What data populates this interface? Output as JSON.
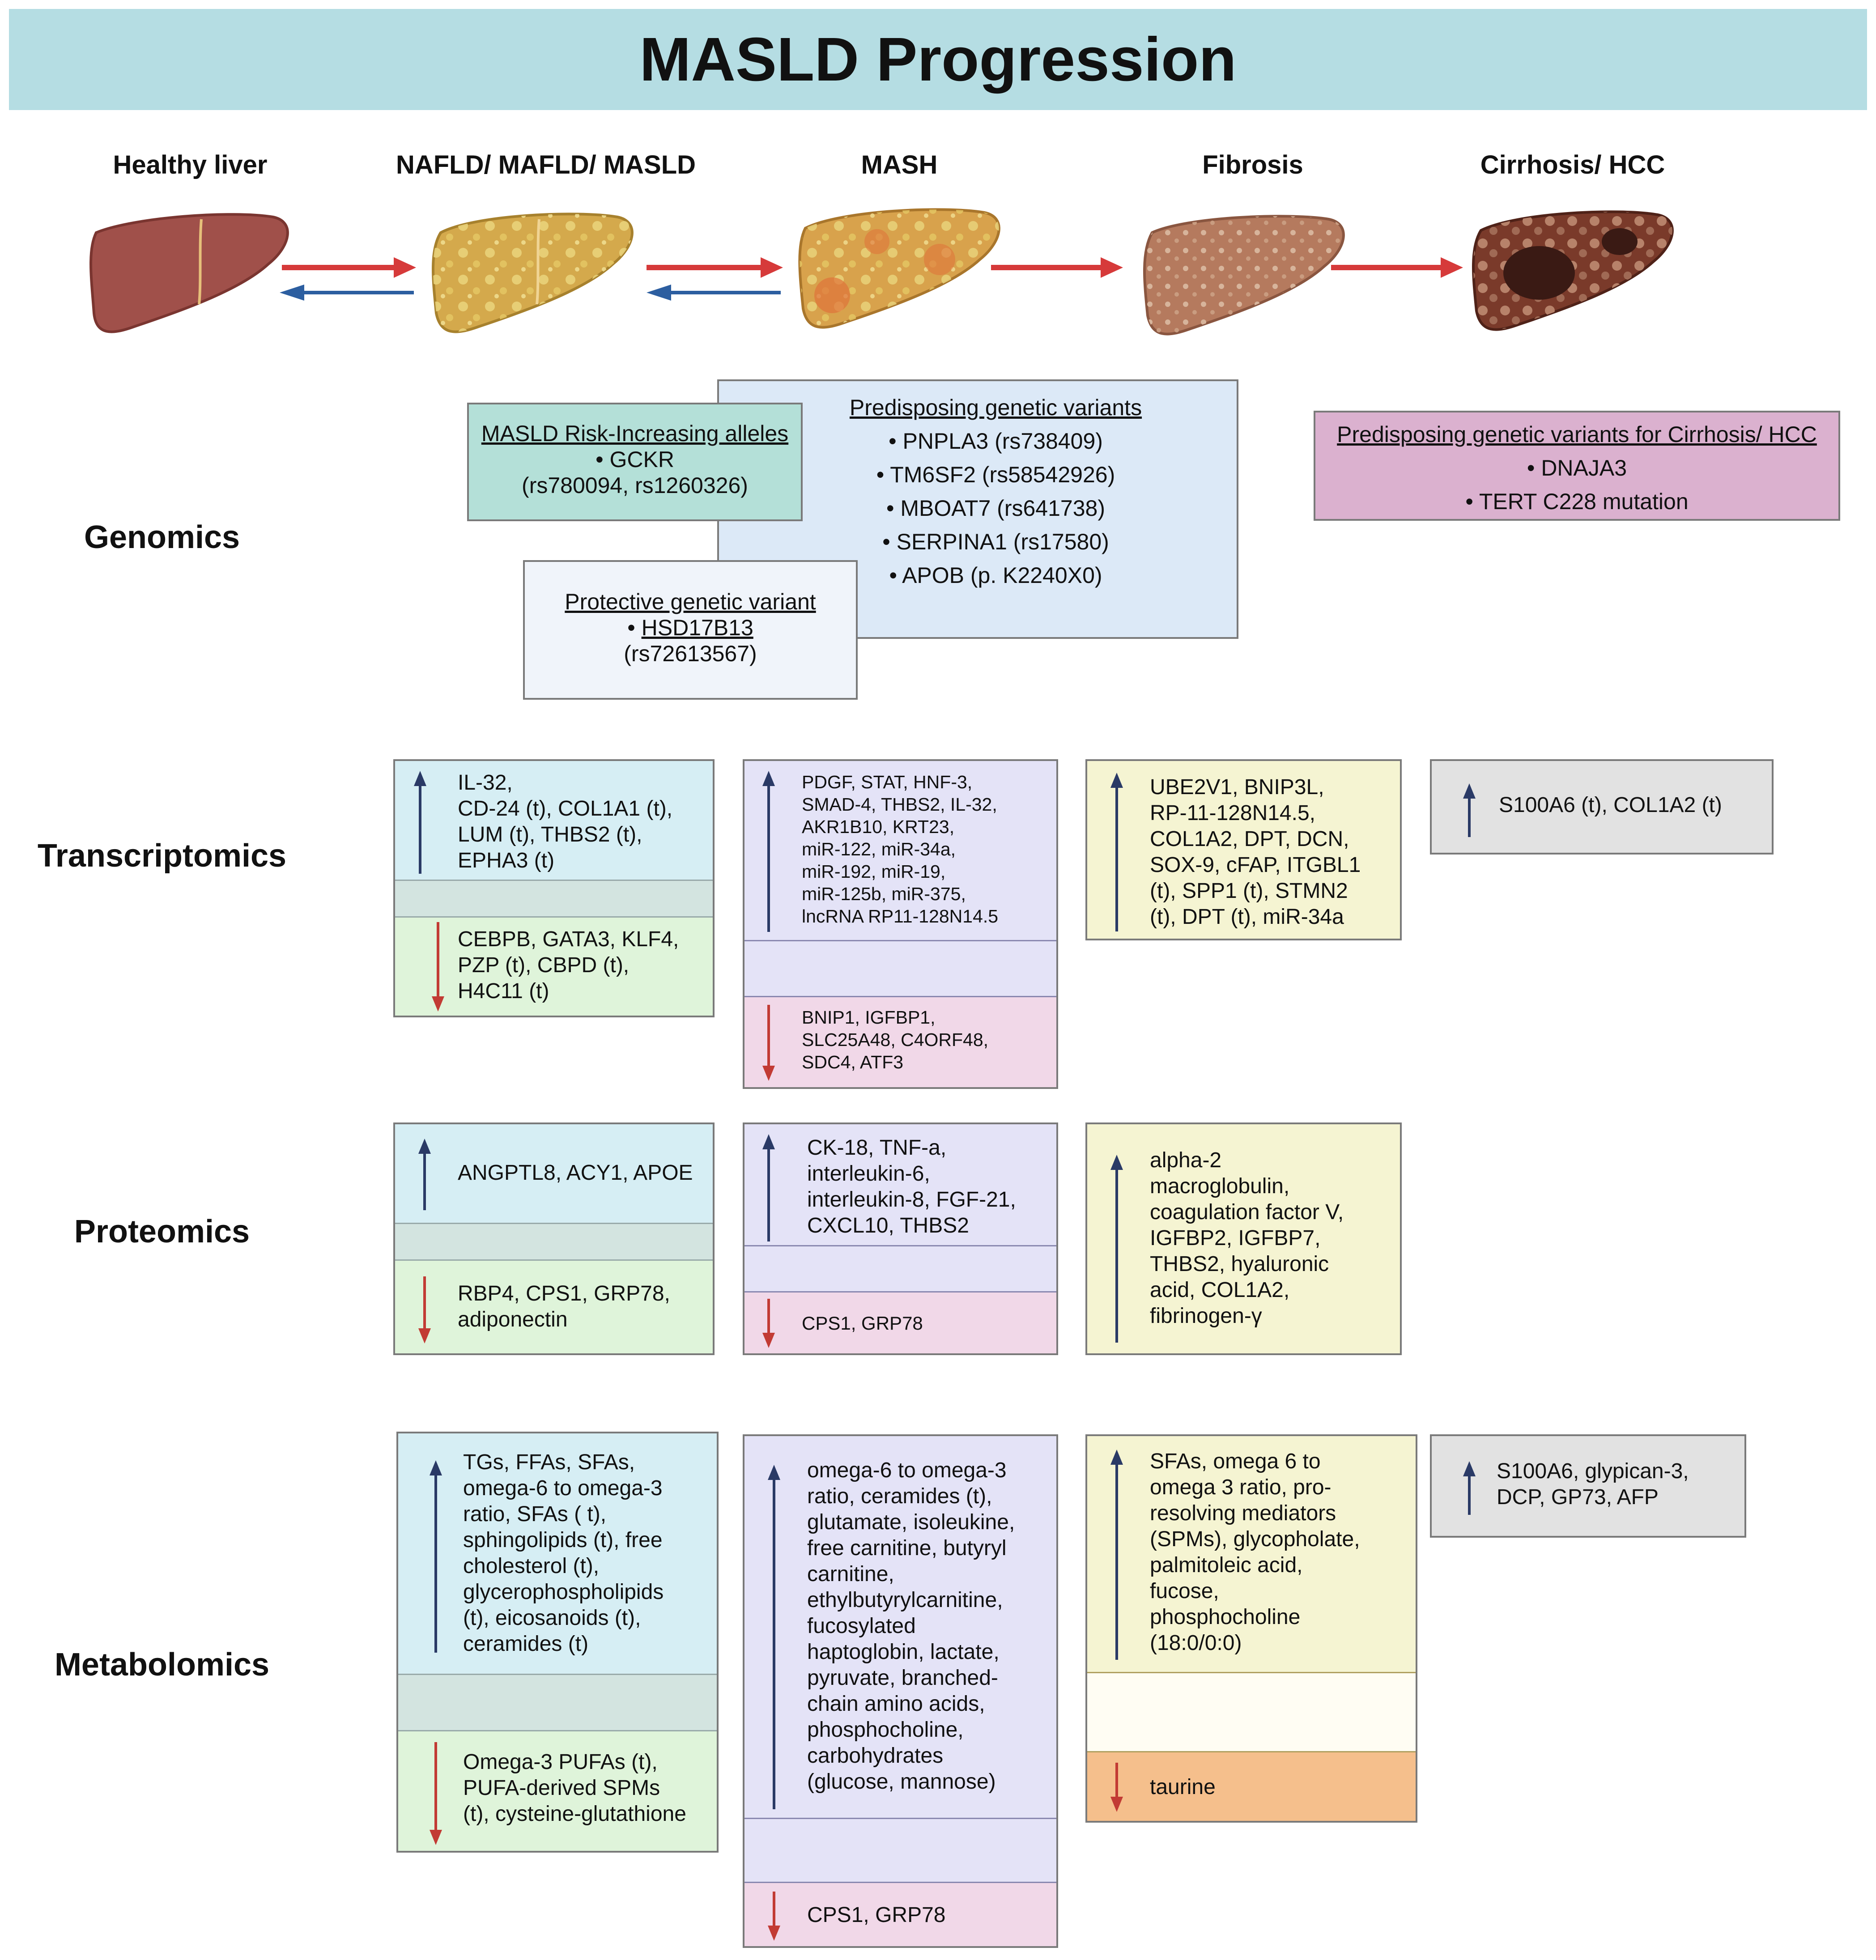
{
  "title": "MASLD Progression",
  "stages": [
    "Healthy liver",
    "NAFLD/ MAFLD/ MASLD",
    "MASH",
    "Fibrosis",
    "Cirrhosis/ HCC"
  ],
  "row_labels": {
    "genomics": "Genomics",
    "transcriptomics": "Transcriptomics",
    "proteomics": "Proteomics",
    "metabolomics": "Metabolomics"
  },
  "colors": {
    "title_bar": "#b5dde3",
    "risk_box": "#b4e0d8",
    "predisposing_box": "#dce9f7",
    "protective_box": "#f0f4fa",
    "cirrhosis_box": "#dbb1cf",
    "col1_up": "#d6eef4",
    "col1_down": "#dff4da",
    "col2_up": "#e4e3f7",
    "col2_down": "#f1d8e8",
    "col3_up": "#f5f4d2",
    "col3_down_metab": "#f5bf8c",
    "col4": "#e2e2e2",
    "arrow_up": "#2a3a66",
    "arrow_down": "#c23b34",
    "progression_arrow": "#d63a3a",
    "regression_arrow": "#2c5ea0"
  },
  "genomics": {
    "risk": {
      "heading": "MASLD Risk-Increasing alleles",
      "items": [
        "GCKR",
        "(rs780094, rs1260326)"
      ]
    },
    "predisposing": {
      "heading": "Predisposing genetic variants",
      "items": [
        "PNPLA3 (rs738409)",
        "TM6SF2 (rs58542926)",
        "MBOAT7 (rs641738)",
        "SERPINA1 (rs17580)",
        "APOB (p. K2240X0)"
      ]
    },
    "protective": {
      "heading": "Protective genetic variant",
      "items": [
        "HSD17B13",
        "(rs72613567)"
      ]
    },
    "cirrhosis": {
      "heading": "Predisposing genetic variants for Cirrhosis/ HCC",
      "items": [
        "DNAJA3",
        "TERT C228 mutation"
      ]
    }
  },
  "transcriptomics": {
    "masld_up": [
      "IL-32,",
      "CD-24 (t), COL1A1 (t),",
      "LUM (t), THBS2 (t),",
      "EPHA3 (t)"
    ],
    "masld_down": [
      "CEBPB, GATA3, KLF4,",
      "PZP (t), CBPD (t),",
      "H4C11 (t)"
    ],
    "mash_up": [
      "PDGF, STAT, HNF-3,",
      "SMAD-4, THBS2, IL-32,",
      "AKR1B10, KRT23,",
      "miR-122, miR-34a,",
      "miR-192, miR-19,",
      "miR-125b, miR-375,",
      "lncRNA RP11-128N14.5"
    ],
    "mash_down": [
      "BNIP1, IGFBP1,",
      "SLC25A48, C4ORF48,",
      "SDC4, ATF3"
    ],
    "fibrosis_up": [
      "UBE2V1, BNIP3L,",
      "RP-11-128N14.5,",
      "COL1A2, DPT, DCN,",
      "SOX-9, cFAP, ITGBL1",
      "(t), SPP1 (t), STMN2",
      "(t), DPT (t), miR-34a"
    ],
    "cirrhosis_up": [
      "S100A6 (t), COL1A2 (t)"
    ]
  },
  "proteomics": {
    "masld_up": [
      "ANGPTL8, ACY1, APOE"
    ],
    "masld_down": [
      "RBP4, CPS1, GRP78,",
      "adiponectin"
    ],
    "mash_up": [
      "CK-18, TNF-a,",
      "interleukin-6,",
      "interleukin-8, FGF-21,",
      "CXCL10, THBS2"
    ],
    "mash_down": [
      "CPS1, GRP78"
    ],
    "fibrosis_up": [
      "alpha-2",
      "macroglobulin,",
      "coagulation factor V,",
      "IGFBP2, IGFBP7,",
      "THBS2, hyaluronic",
      "acid, COL1A2,",
      "fibrinogen-γ"
    ]
  },
  "metabolomics": {
    "masld_up": [
      "TGs, FFAs, SFAs,",
      "omega-6 to omega-3",
      "ratio, SFAs ( t),",
      "sphingolipids (t), free",
      "cholesterol (t),",
      "glycerophospholipids",
      "(t), eicosanoids (t),",
      "ceramides (t)"
    ],
    "masld_down": [
      "Omega-3 PUFAs (t),",
      "PUFA-derived SPMs",
      "(t), cysteine-glutathione"
    ],
    "mash_up": [
      "omega-6 to omega-3",
      "ratio, ceramides (t),",
      "glutamate, isoleukine,",
      "free carnitine, butyryl",
      "carnitine,",
      "ethylbutyrylcarnitine,",
      "fucosylated",
      "haptoglobin, lactate,",
      "pyruvate, branched-",
      "chain amino acids,",
      "phosphocholine,",
      "carbohydrates",
      "(glucose, mannose)"
    ],
    "mash_down": [
      "CPS1, GRP78"
    ],
    "fibrosis_up": [
      "SFAs, omega 6 to",
      "omega 3 ratio, pro-",
      "resolving mediators",
      "(SPMs), glycopholate,",
      "palmitoleic acid,",
      "fucose,",
      "phosphocholine",
      "(18:0/0:0)"
    ],
    "fibrosis_down": [
      "taurine"
    ],
    "cirrhosis_up": [
      "S100A6, glypican-3,",
      "DCP, GP73, AFP"
    ]
  }
}
